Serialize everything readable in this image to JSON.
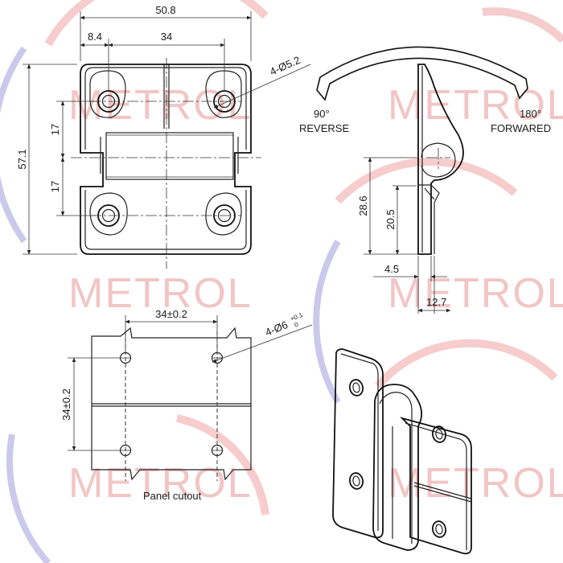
{
  "watermark": {
    "text": "METROL",
    "colors": {
      "text": "#f2c2c2",
      "arc_red": "#f6caca",
      "arc_blue": "#c9c6ea"
    }
  },
  "front_view": {
    "dims": {
      "overall_width": "50.8",
      "offset": "8.4",
      "hole_spacing": "34",
      "height": "57.1",
      "half_top": "17",
      "half_bottom": "17"
    },
    "hole_callout": "4-Ø5.2"
  },
  "side_view": {
    "rotation": {
      "left_angle": "90°",
      "left_label": "REVERSE",
      "right_angle": "180°",
      "right_label": "FORWARED"
    },
    "dims": {
      "height_total": "28.6",
      "height_leaf": "20.5",
      "thickness": "4.5",
      "depth": "12.7"
    }
  },
  "cutout_view": {
    "dims": {
      "horizontal": "34±0.2",
      "vertical": "34±0.2"
    },
    "hole_callout_main": "4-Ø6",
    "tol_upper": "+0.1",
    "tol_lower": "0",
    "caption": "Panel cutout"
  }
}
